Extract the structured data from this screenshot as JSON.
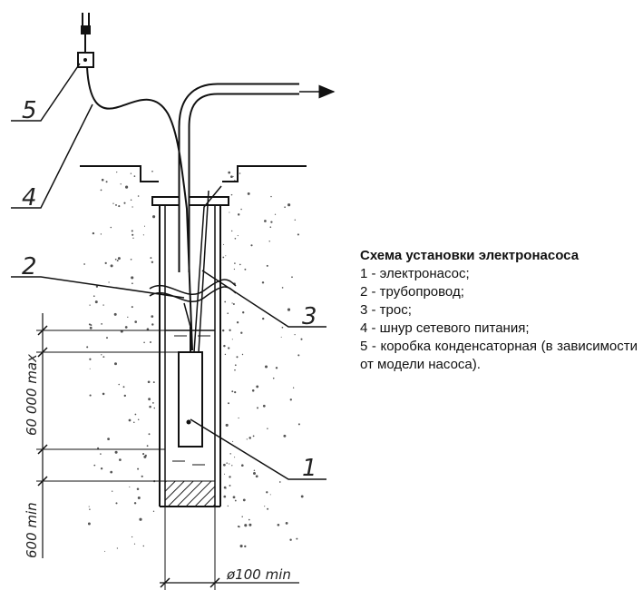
{
  "legend": {
    "title": "Схема установки электронасоса",
    "items": [
      "1 - электронасос;",
      "2 - трубопровод;",
      "3 - трос;",
      "4 - шнур сетевого питания;",
      "5 - коробка конденсаторная (в зависимости от модели насоса)."
    ]
  },
  "callouts": {
    "c1": "1",
    "c2": "2",
    "c3": "3",
    "c4": "4",
    "c5": "5"
  },
  "dimensions": {
    "depth_max": "60 000 max",
    "depth_min": "600 min",
    "diameter": "ø100 min"
  }
}
